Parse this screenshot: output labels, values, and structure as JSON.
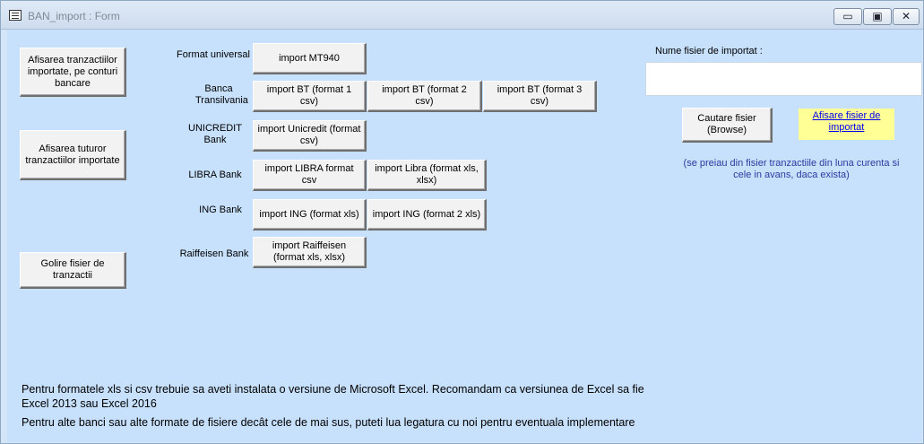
{
  "window": {
    "title": "BAN_import : Form",
    "controls": {
      "minimize": "▭",
      "maximize": "▣",
      "close": "✕"
    }
  },
  "left_buttons": {
    "view_by_account": "Afisarea tranzactiilor importate,  pe conturi bancare",
    "view_all": "Afisarea tuturor tranzactiilor importate",
    "clear_file": "Golire fisier de tranzactii"
  },
  "formats": {
    "universal": {
      "label": "Format universal",
      "btn_mt940": "import MT940"
    },
    "bt": {
      "label": "Banca Transilvania",
      "btn1": "import BT (format 1 csv)",
      "btn2": "import BT (format 2 csv)",
      "btn3": "import BT (format 3 csv)"
    },
    "unicredit": {
      "label": "UNICREDIT Bank",
      "btn": "import Unicredit (format csv)"
    },
    "libra": {
      "label": "LIBRA Bank",
      "btn1": "import LIBRA format csv",
      "btn2": "import  Libra (format xls, xlsx)"
    },
    "ing": {
      "label": "ING Bank",
      "btn1": "import ING (format xls)",
      "btn2": "import ING (format 2 xls)"
    },
    "raiffeisen": {
      "label": "Raiffeisen Bank",
      "btn": "import Raiffeisen (format xls, xlsx)"
    }
  },
  "file_section": {
    "label": "Nume fisier de  importat :",
    "value": "",
    "browse_button": "Cautare fisier (Browse)",
    "show_file_link": "Afisare fisier de importat",
    "note": "(se preiau din fisier tranzactiile din luna curenta si cele in avans, daca exista)"
  },
  "footer": {
    "line1": "Pentru formatele xls si csv trebuie sa aveti instalata o versiune de Microsoft Excel. Recomandam ca versiunea de Excel sa fie",
    "line2": "Excel 2013 sau Excel 2016",
    "line3": "Pentru alte banci sau alte formate de fisiere decât cele de mai sus, puteti lua legatura cu noi pentru eventuala implementare"
  },
  "colors": {
    "background": "#c7e0fb",
    "link_bg": "#ffff96",
    "note_text": "#2b3a9f"
  }
}
